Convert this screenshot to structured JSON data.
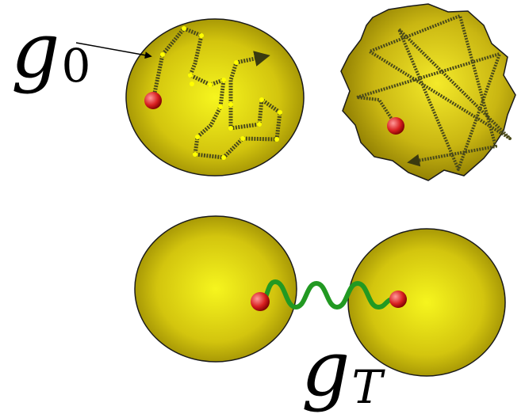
{
  "labels": {
    "g0": {
      "base": "g",
      "sub": "0"
    },
    "gT": {
      "base": "g",
      "sub": "T"
    }
  },
  "colors": {
    "sphere_center": "#f4f21a",
    "sphere_edge": "#8a7a00",
    "outline": "#1a1a1a",
    "path": "#4a4a1a",
    "node": "#ffff00",
    "particle_center": "#ff8080",
    "particle_edge": "#b00000",
    "spring": "#229922"
  },
  "icons": {
    "particle": "red-sphere-icon",
    "path_arrow": "arrowhead-icon"
  }
}
